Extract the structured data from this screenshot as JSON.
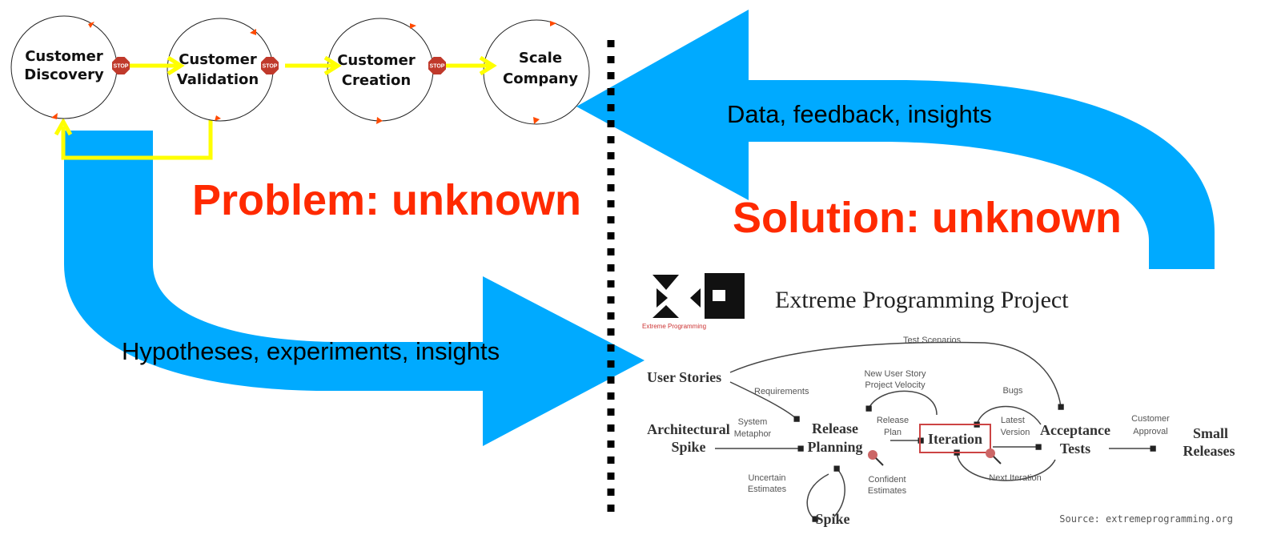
{
  "stages": [
    {
      "line1": "Customer",
      "line2": "Discovery"
    },
    {
      "line1": "Customer",
      "line2": "Validation"
    },
    {
      "line1": "Customer",
      "line2": "Creation"
    },
    {
      "line1": "Scale",
      "line2": "Company"
    }
  ],
  "stop_label": "STOP",
  "problem_label": "Problem: unknown",
  "solution_label": "Solution: unknown",
  "bottom_arrow_label": "Hypotheses, experiments, insights",
  "top_arrow_label": "Data, feedback, insights",
  "xp": {
    "title": "Extreme Programming Project",
    "logo_caption": "Extreme Programming",
    "nodes": {
      "user_stories": "User Stories",
      "arch_spike_1": "Architectural",
      "arch_spike_2": "Spike",
      "release_1": "Release",
      "release_2": "Planning",
      "iteration": "Iteration",
      "acceptance_1": "Acceptance",
      "acceptance_2": "Tests",
      "small_1": "Small",
      "small_2": "Releases",
      "spike": "Spike"
    },
    "edges": {
      "test_scenarios": "Test Scenarios",
      "requirements": "Requirements",
      "new_user_story_1": "New User Story",
      "new_user_story_2": "Project Velocity",
      "system_metaphor_1": "System",
      "system_metaphor_2": "Metaphor",
      "release_plan_1": "Release",
      "release_plan_2": "Plan",
      "bugs": "Bugs",
      "latest_version_1": "Latest",
      "latest_version_2": "Version",
      "customer_approval_1": "Customer",
      "customer_approval_2": "Approval",
      "next_iteration": "Next Iteration",
      "uncertain_1": "Uncertain",
      "uncertain_2": "Estimates",
      "confident_1": "Confident",
      "confident_2": "Estimates"
    },
    "source": "Source: extremeprogramming.org"
  },
  "colors": {
    "blue_arrow": "#00aaff",
    "red_text": "#ff2a00",
    "yellow": "#ffff00",
    "stop": "#c0392b",
    "iteration_box": "#cc4444"
  }
}
